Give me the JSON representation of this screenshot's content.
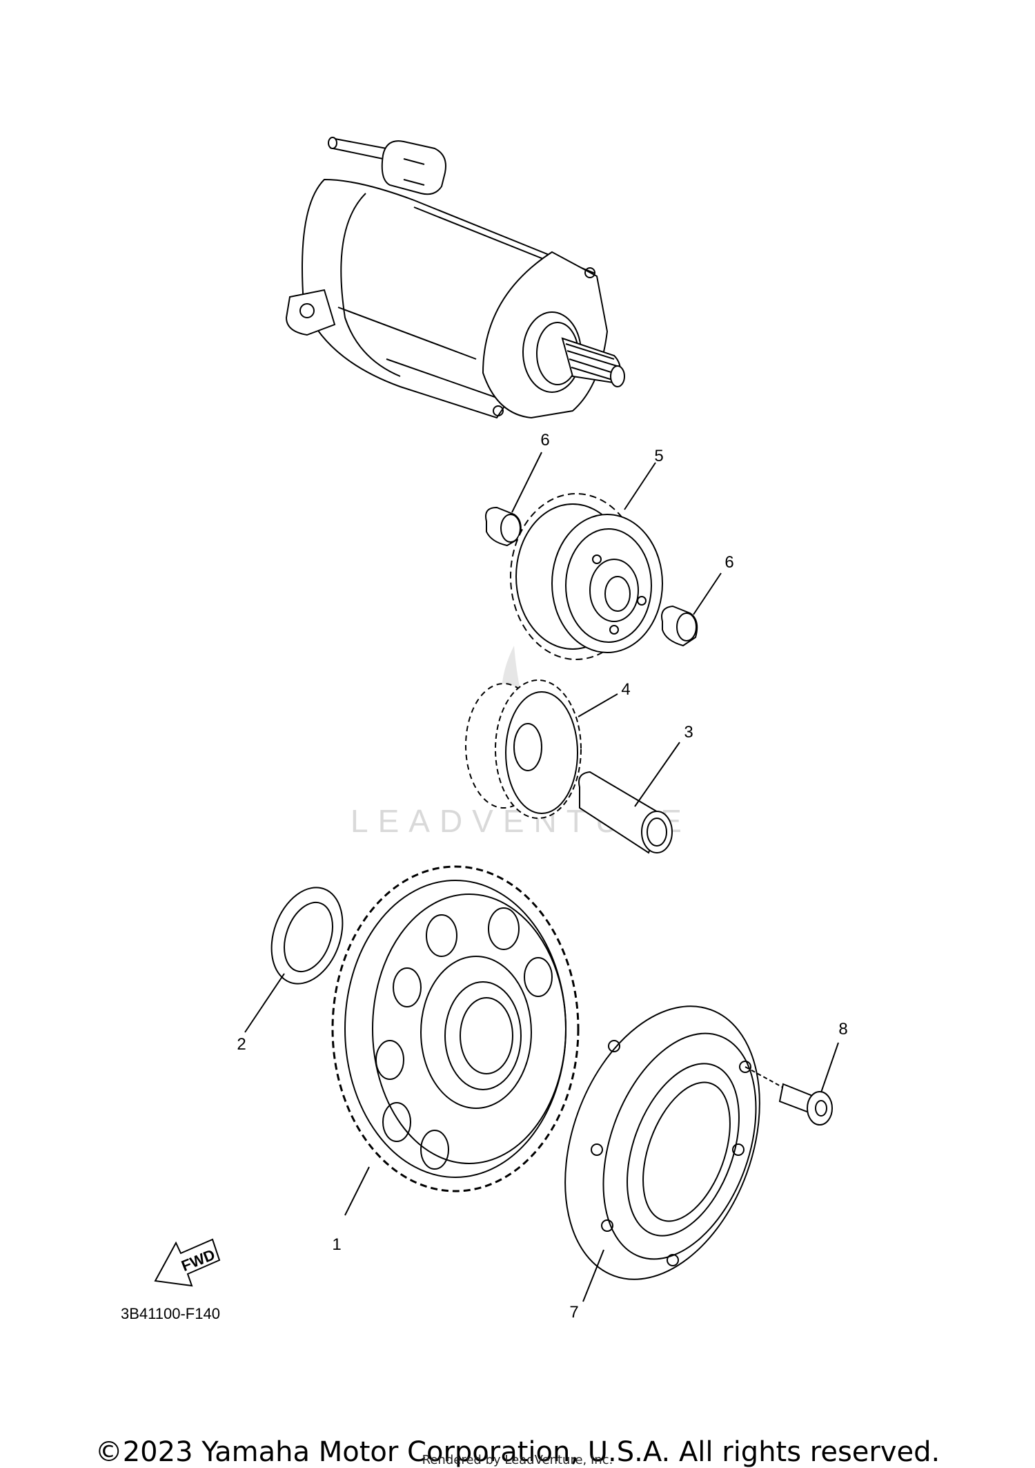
{
  "diagram": {
    "reference_code": "3B41100-F140",
    "fwd_label": "FWD",
    "watermark_text": "LEADVENTURE",
    "callouts": [
      {
        "id": "1",
        "label": "1"
      },
      {
        "id": "2",
        "label": "2"
      },
      {
        "id": "3",
        "label": "3"
      },
      {
        "id": "4",
        "label": "4"
      },
      {
        "id": "5",
        "label": "5"
      },
      {
        "id": "6a",
        "label": "6"
      },
      {
        "id": "6b",
        "label": "6"
      },
      {
        "id": "7",
        "label": "7"
      },
      {
        "id": "8",
        "label": "8"
      }
    ]
  },
  "footer": {
    "copyright": "©2023 Yamaha Motor Corporation, U.S.A. All rights reserved.",
    "rendered_by": "Rendered by LeadVenture, Inc."
  }
}
